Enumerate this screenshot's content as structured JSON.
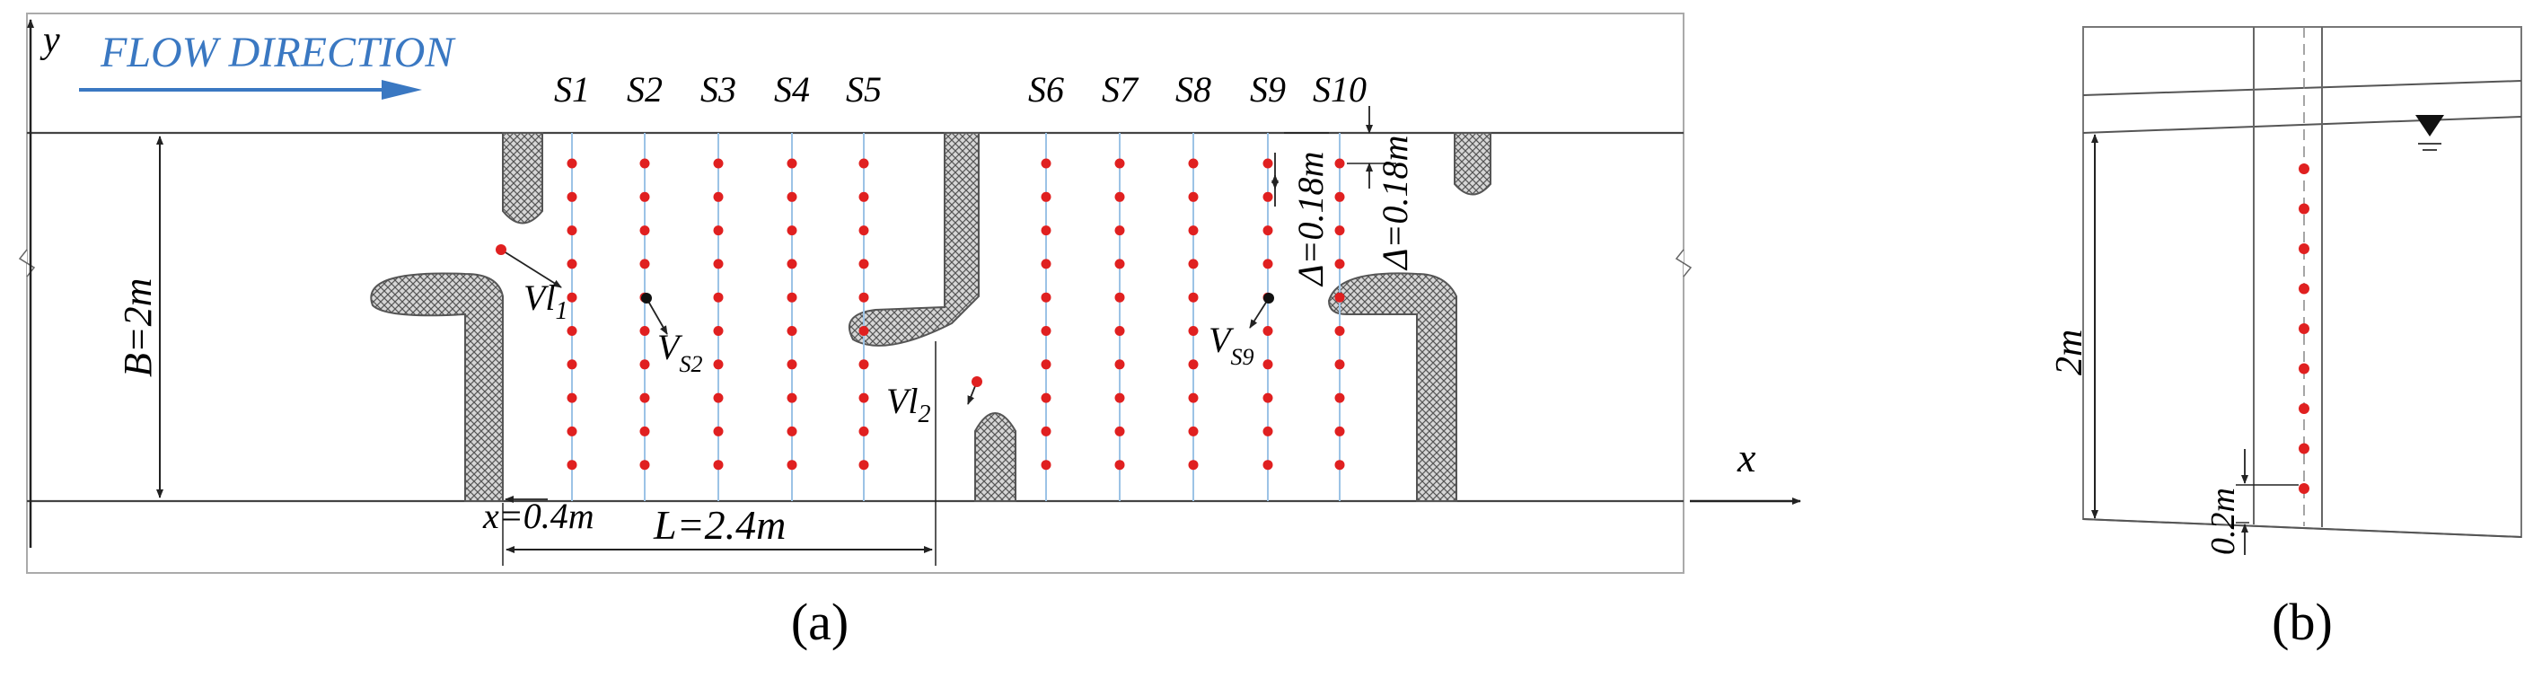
{
  "panel_a": {
    "flow_label": "FLOW DIRECTION",
    "axis_y": "y",
    "axis_x": "x",
    "width_label": "B=2m",
    "x_pos_label": "x=0.4m",
    "length_label": "L=2.4m",
    "sections": [
      "S1",
      "S2",
      "S3",
      "S4",
      "S5",
      "S6",
      "S7",
      "S8",
      "S9",
      "S10"
    ],
    "spacing_labels": [
      "Δ=0.18m",
      "Δ=0.18m"
    ],
    "points_per_section": 10,
    "velocity_labels": {
      "vl1": {
        "base": "Vl",
        "sub": "1"
      },
      "vs2": {
        "base": "V",
        "sub": "S2"
      },
      "vl2": {
        "base": "Vl",
        "sub": "2"
      },
      "vs9": {
        "base": "V",
        "sub": "S9"
      }
    },
    "caption": "(a)"
  },
  "panel_b": {
    "depth_label": "2m",
    "bottom_label": "0.2m",
    "points": 9,
    "caption": "(b)"
  },
  "colors": {
    "flow": "#3A78C2",
    "line": "#444444",
    "section": "#9CC3E6",
    "point": "#E02020",
    "groyne_fill": "#BDBDBD",
    "groyne_edge": "#555555"
  }
}
